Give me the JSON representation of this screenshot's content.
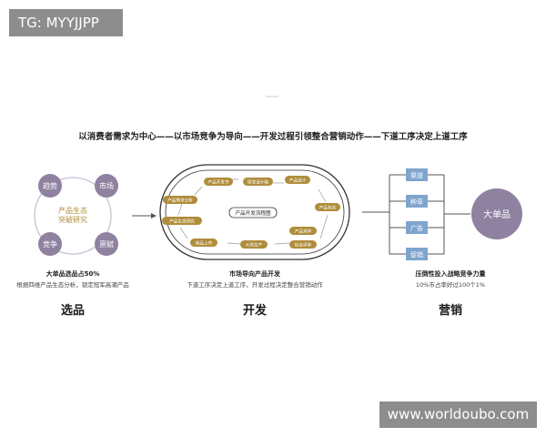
{
  "watermarks": {
    "top": "TG: MYYJJPP",
    "bottom": "www.worldoubo.com"
  },
  "headline": "以消费者需求为中心——以市场竞争为导向——开发过程引领整合营销动作——下道工序决定上道工序",
  "colors": {
    "purple": "#8f82a0",
    "gold": "#b08d3c",
    "blue": "#7fa5cf",
    "line": "#555555",
    "ring_line": "#cfc8d8"
  },
  "selection": {
    "center_text": [
      "产品生态",
      "突破研究"
    ],
    "nodes": [
      "趋势",
      "市场",
      "竞争",
      "禀赋"
    ],
    "caption_title": "大单品选品占50%",
    "caption_sub": "根据四维产品生态分析，锁定冠军高潮产品",
    "section_label": "选品"
  },
  "development": {
    "center_label": "产品开发流程图",
    "steps": [
      "产品开发书",
      "研发设计稿",
      "产品设计",
      "产品包装",
      "产品采样",
      "综合评审",
      "大货生产",
      "新品上市",
      "产品生态研究",
      "产品需求分析"
    ],
    "caption_title": "市场导向产品开发",
    "caption_sub": "下道工序决定上道工序，开发过程决定整合营销动作",
    "section_label": "开发"
  },
  "marketing": {
    "channels": [
      "渠道",
      "种草",
      "广告",
      "促销"
    ],
    "target": "大单品",
    "caption_title": "压倒性投入战略竞争力量",
    "caption_sub": "10%市占率好过100个1%",
    "section_label": "营销"
  }
}
